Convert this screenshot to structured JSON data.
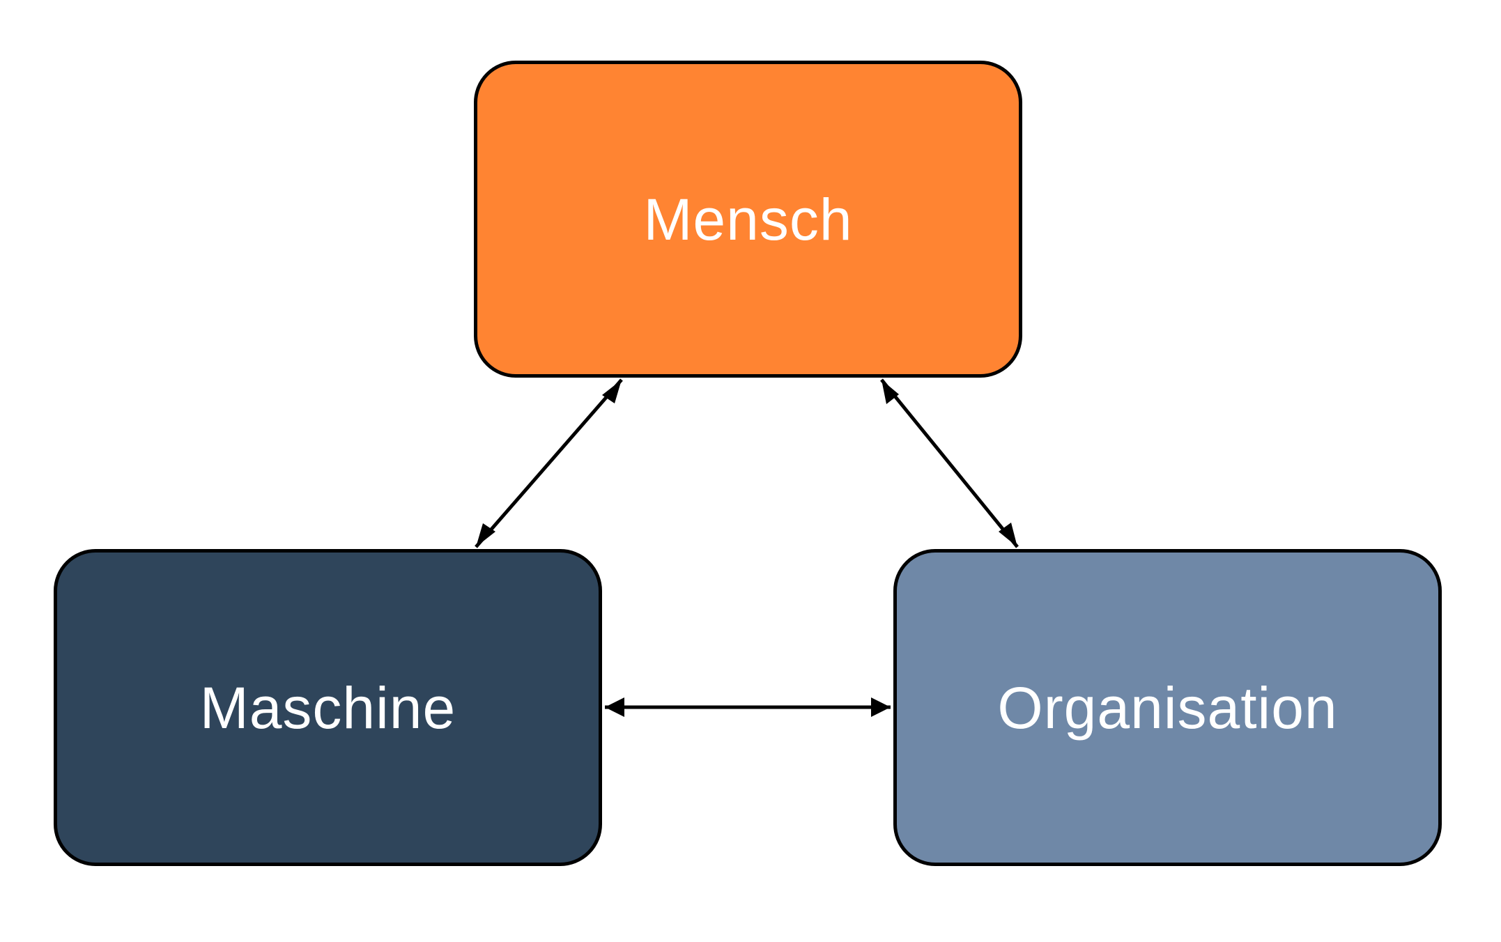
{
  "nodes": {
    "mensch": {
      "label": "Mensch",
      "fill": "#FF8432"
    },
    "maschine": {
      "label": "Maschine",
      "fill": "#2F455B"
    },
    "organisation": {
      "label": "Organisation",
      "fill": "#6F88A7"
    }
  },
  "edges": [
    {
      "from": "mensch",
      "to": "maschine",
      "direction": "bidirectional"
    },
    {
      "from": "mensch",
      "to": "organisation",
      "direction": "bidirectional"
    },
    {
      "from": "maschine",
      "to": "organisation",
      "direction": "bidirectional"
    }
  ],
  "colors": {
    "border": "#000000",
    "arrow": "#000000",
    "label_text": "#FFFFFF",
    "background": "#FFFFFF"
  }
}
